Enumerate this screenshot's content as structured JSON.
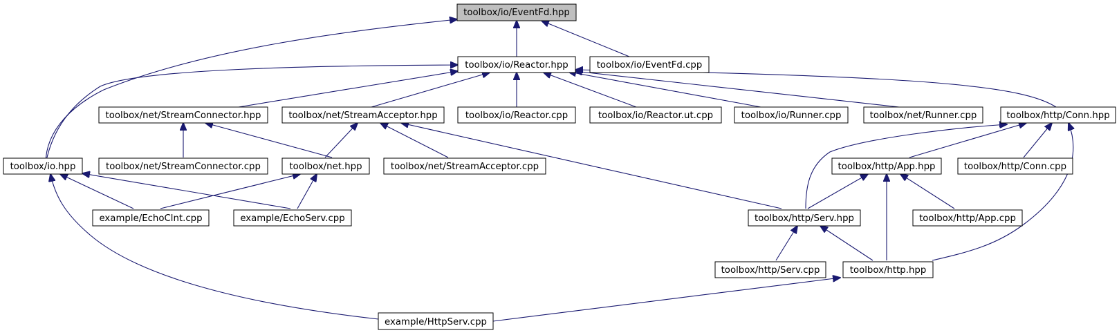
{
  "colors": {
    "edge": "#191970",
    "node_border": "#000000",
    "root_fill": "#bfbfbf",
    "node_fill": "#ffffff"
  },
  "nodes": {
    "eventfd_hpp": "toolbox/io/EventFd.hpp",
    "reactor_hpp": "toolbox/io/Reactor.hpp",
    "eventfd_cpp": "toolbox/io/EventFd.cpp",
    "streamconnector_hpp": "toolbox/net/StreamConnector.hpp",
    "streamacceptor_hpp": "toolbox/net/StreamAcceptor.hpp",
    "reactor_cpp": "toolbox/io/Reactor.cpp",
    "reactor_ut_cpp": "toolbox/io/Reactor.ut.cpp",
    "io_runner_cpp": "toolbox/io/Runner.cpp",
    "net_runner_cpp": "toolbox/net/Runner.cpp",
    "http_conn_hpp": "toolbox/http/Conn.hpp",
    "io_hpp": "toolbox/io.hpp",
    "streamconnector_cpp": "toolbox/net/StreamConnector.cpp",
    "net_hpp": "toolbox/net.hpp",
    "streamacceptor_cpp": "toolbox/net/StreamAcceptor.cpp",
    "http_app_hpp": "toolbox/http/App.hpp",
    "http_conn_cpp": "toolbox/http/Conn.cpp",
    "echoclnt_cpp": "example/EchoClnt.cpp",
    "echoserv_cpp": "example/EchoServ.cpp",
    "http_serv_hpp": "toolbox/http/Serv.hpp",
    "http_app_cpp": "toolbox/http/App.cpp",
    "http_serv_cpp": "toolbox/http/Serv.cpp",
    "http_hpp": "toolbox/http.hpp",
    "httpserv_cpp": "example/HttpServ.cpp"
  }
}
